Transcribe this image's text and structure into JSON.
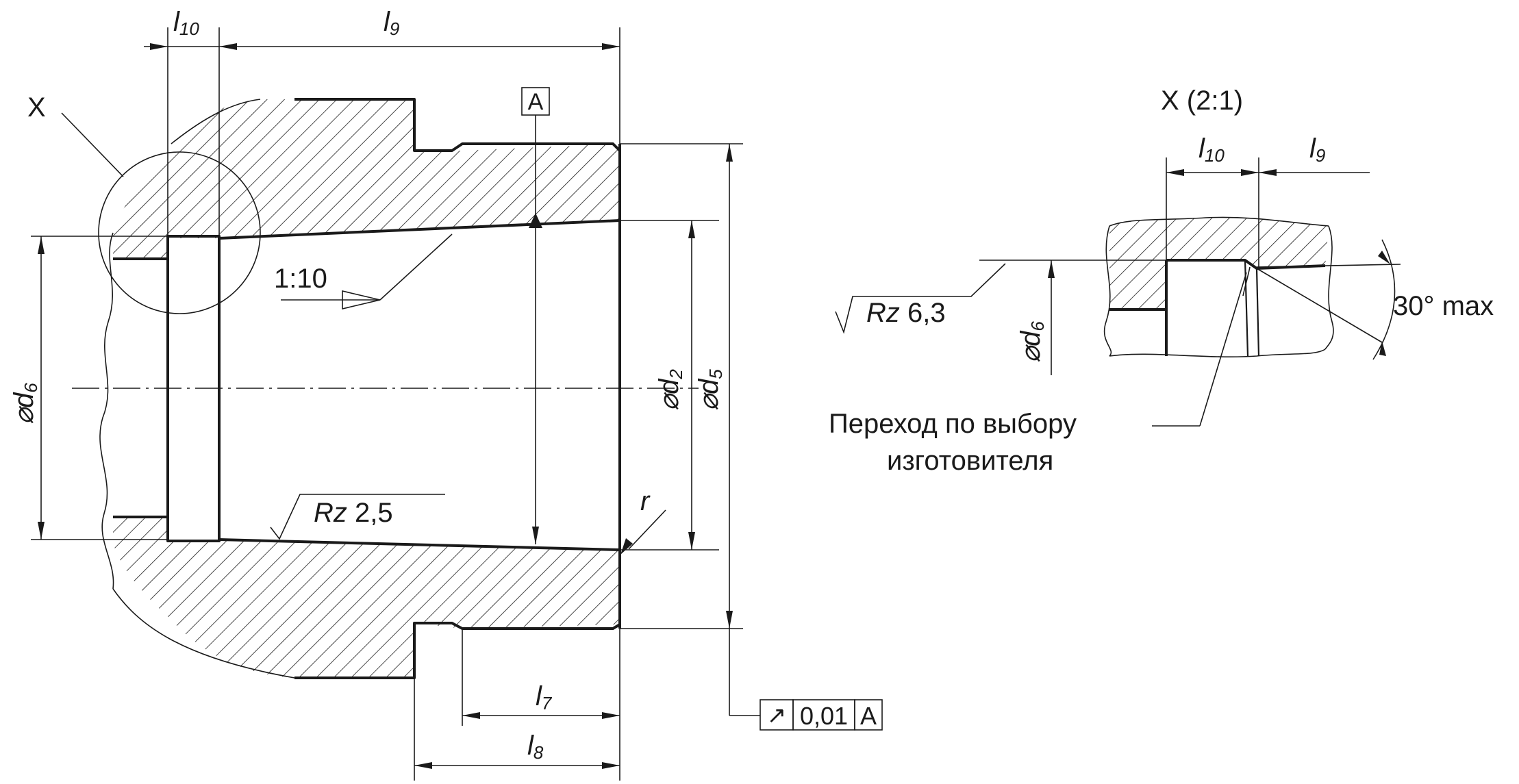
{
  "main_view": {
    "detail_marker": "X",
    "taper": "1:10",
    "datum": "A",
    "roughness_bore": "Rz 2,5",
    "radius": "r",
    "dims": {
      "l10": "l",
      "l10_sub": "10",
      "l9": "l",
      "l9_sub": "9",
      "l7": "l",
      "l7_sub": "7",
      "l8": "l",
      "l8_sub": "8",
      "d6": "d",
      "d6_sub": "6",
      "d2": "d",
      "d2_sub": "2",
      "d5": "d",
      "d5_sub": "5",
      "diameter_symbol": "⌀"
    },
    "tolerance_frame": {
      "symbol": "↗",
      "value": "0,01",
      "datum": "A"
    }
  },
  "detail_view": {
    "title": "X (2:1)",
    "l10": "l",
    "l10_sub": "10",
    "l9": "l",
    "l9_sub": "9",
    "d6": "d",
    "d6_sub": "6",
    "roughness": "Rz 6,3",
    "angle": "30° max",
    "note_line1": "Переход по выбору",
    "note_line2": "изготовителя"
  }
}
